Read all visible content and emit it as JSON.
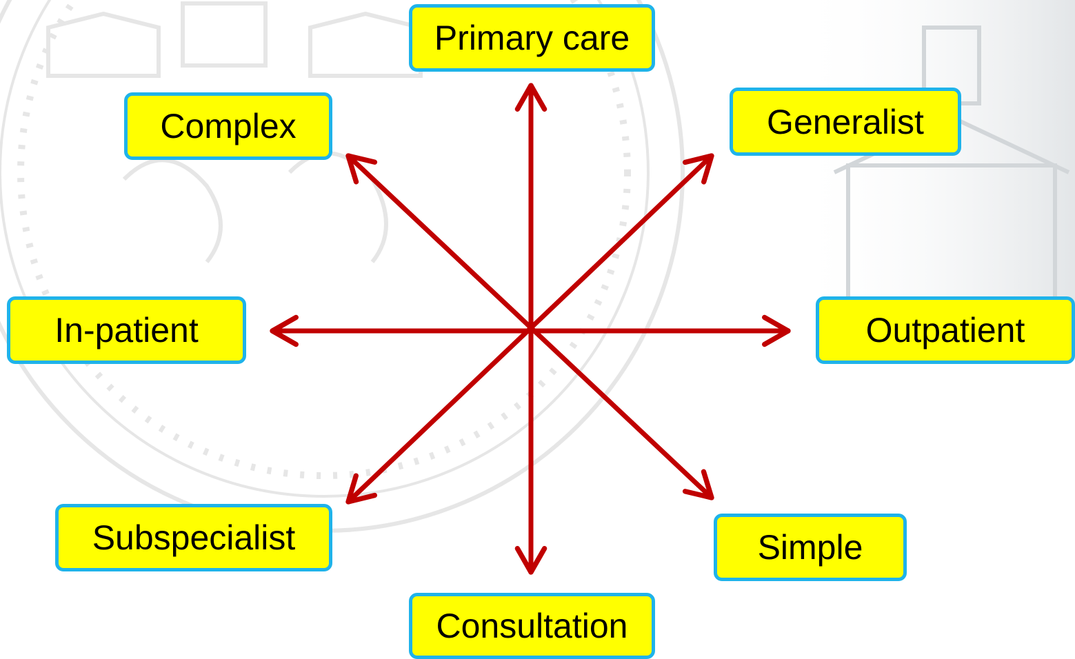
{
  "diagram": {
    "nodes": {
      "primary_care": "Primary care",
      "generalist": "Generalist",
      "complex": "Complex",
      "in_patient": "In-patient",
      "outpatient": "Outpatient",
      "subspecialist": "Subspecialist",
      "simple": "Simple",
      "consultation": "Consultation"
    },
    "axes": [
      {
        "from": "primary_care",
        "to": "consultation",
        "style": "double-arrow"
      },
      {
        "from": "in_patient",
        "to": "outpatient",
        "style": "double-arrow"
      },
      {
        "from": "complex",
        "to": "simple",
        "style": "double-arrow"
      },
      {
        "from": "generalist",
        "to": "subspecialist",
        "style": "double-arrow"
      }
    ]
  },
  "colors": {
    "arrow": "#c00000",
    "node_fill": "#ffff00",
    "node_border": "#1fb3ea",
    "backdrop": "#dcdcdc"
  }
}
